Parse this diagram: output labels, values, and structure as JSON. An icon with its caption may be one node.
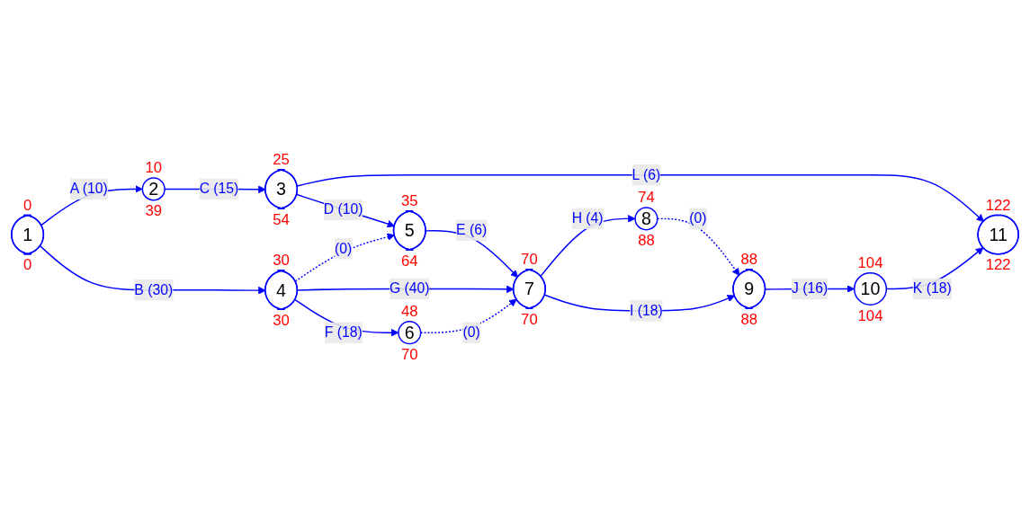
{
  "diagram": {
    "nodes": [
      {
        "text": [
          "1"
        ],
        "beside": [
          "0",
          "0"
        ]
      },
      {
        "text": [
          "2"
        ],
        "beside": [
          "10",
          "39"
        ]
      },
      {
        "text": [
          "3"
        ],
        "beside": [
          "25",
          "54"
        ]
      },
      {
        "text": [
          "4"
        ],
        "beside": [
          "30",
          "30"
        ]
      },
      {
        "text": [
          "5"
        ],
        "beside": [
          "35",
          "64"
        ]
      },
      {
        "text": [
          "6"
        ],
        "beside": [
          "48",
          "70"
        ]
      },
      {
        "text": [
          "7"
        ],
        "beside": [
          "70",
          "70"
        ]
      },
      {
        "text": [
          "8"
        ],
        "beside": [
          "74",
          "88"
        ]
      },
      {
        "text": [
          "9"
        ],
        "beside": [
          "88",
          "88"
        ]
      },
      {
        "text": [
          "10"
        ],
        "beside": [
          "104",
          "104"
        ]
      },
      {
        "text": [
          "11"
        ],
        "beside": [
          "122",
          "122"
        ]
      }
    ],
    "edges": [
      {
        "from": 0,
        "to": 1,
        "arrow": "to",
        "label": "A (10)"
      },
      {
        "from": 1,
        "to": 2,
        "arrow": "to",
        "label": "C (15)"
      },
      {
        "from": 2,
        "to": 10,
        "arrow": "to",
        "label": "L (6)"
      },
      {
        "from": 2,
        "to": 4,
        "arrow": "to",
        "label": "D (10)"
      },
      {
        "from": 0,
        "to": 3,
        "arrow": "to",
        "label": "B (30)"
      },
      {
        "from": 3,
        "to": 4,
        "arrow": "to",
        "label": "(0)",
        "style": "dashed"
      },
      {
        "from": 4,
        "to": 6,
        "arrow": "to",
        "label": "E (6)"
      },
      {
        "from": 3,
        "to": 6,
        "arrow": "to",
        "label": "G (40)"
      },
      {
        "from": 3,
        "to": 5,
        "arrow": "to",
        "label": "F (18)"
      },
      {
        "from": 5,
        "to": 6,
        "arrow": "to",
        "label": "(0)",
        "style": "dashed"
      },
      {
        "from": 6,
        "to": 7,
        "arrow": "to",
        "label": "H (4)"
      },
      {
        "from": 7,
        "to": 8,
        "arrow": "to",
        "label": "(0)",
        "style": "dashed"
      },
      {
        "from": 6,
        "to": 8,
        "arrow": "to",
        "label": "I (18)"
      },
      {
        "from": 8,
        "to": 9,
        "arrow": "to",
        "label": "J (16)"
      },
      {
        "from": 9,
        "to": 10,
        "arrow": "to",
        "label": "K (18)"
      }
    ]
  }
}
